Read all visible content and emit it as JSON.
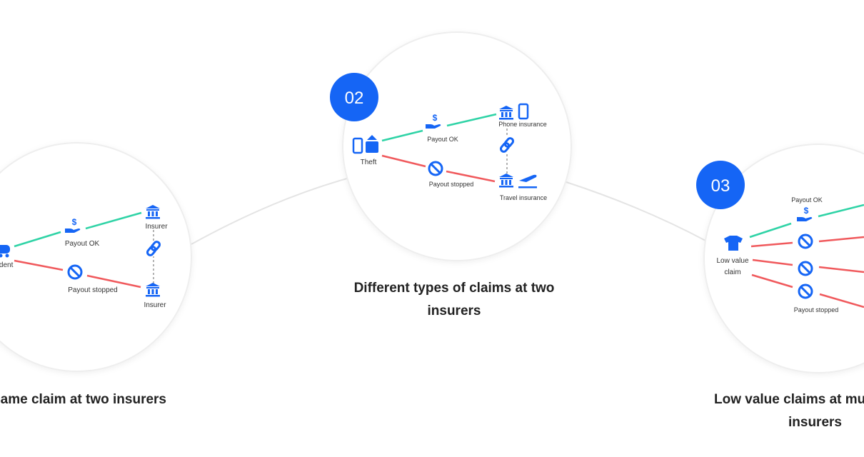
{
  "colors": {
    "accent": "#1565f5",
    "ok_line": "#2fd3a6",
    "stop_line": "#f0595c",
    "circle_border": "#eeeeee"
  },
  "steps": [
    {
      "caption": "Same claim at two insurers",
      "nodes": {
        "source": "Accident",
        "ok": "Payout OK",
        "stopped": "Payout stopped",
        "insurer_top": "Insurer",
        "insurer_bottom": "Insurer"
      }
    },
    {
      "badge": "02",
      "caption_line1": "Different types of claims at two",
      "caption_line2": "insurers",
      "nodes": {
        "source": "Theft",
        "ok": "Payout OK",
        "stopped": "Payout stopped",
        "insurer_top": "Phone insurance",
        "insurer_bottom": "Travel insurance"
      }
    },
    {
      "badge": "03",
      "caption_line1": "Low value claims at multiple",
      "caption_line2": "insurers",
      "nodes": {
        "source_line1": "Low value",
        "source_line2": "claim",
        "ok": "Payout OK",
        "stopped": "Payout stopped"
      }
    }
  ]
}
